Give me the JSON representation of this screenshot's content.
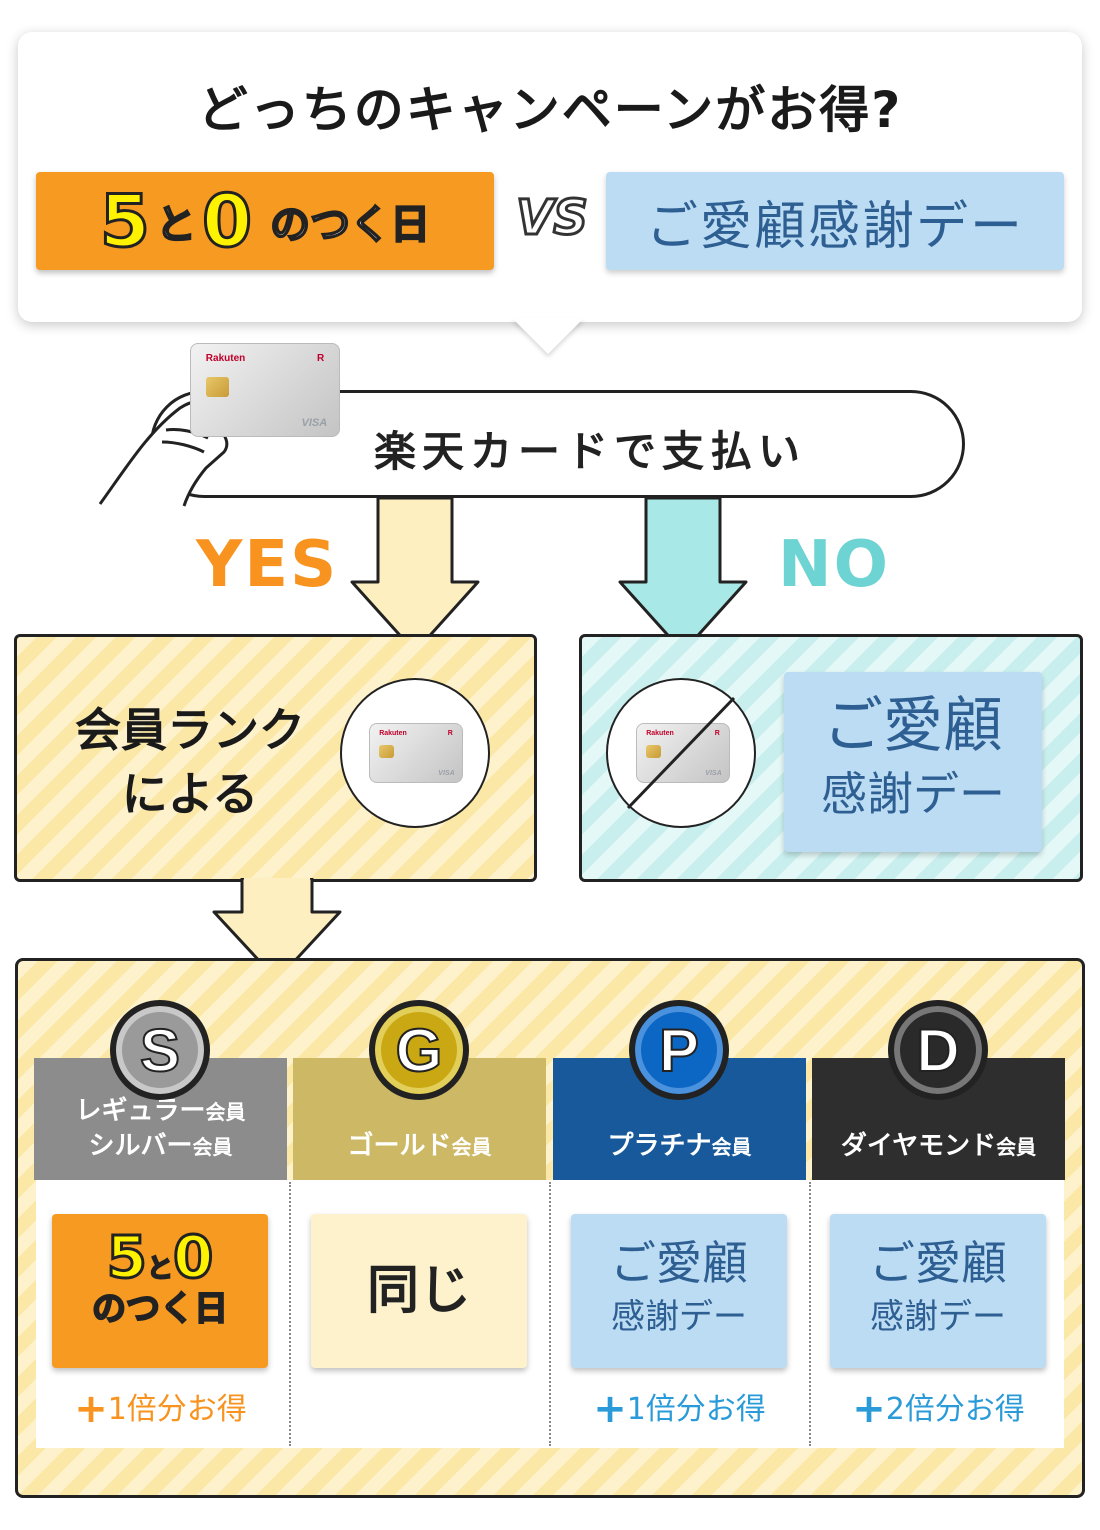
{
  "header": {
    "title": "どっちのキャンペーンがお得?",
    "option_a": {
      "num1": "5",
      "to": "と",
      "num2": "0",
      "tail": "のつく日"
    },
    "vs": "VS",
    "option_b": "ご愛顧感謝デー"
  },
  "question": "楽天カードで支払い",
  "branches": {
    "yes_label": "YES",
    "no_label": "NO",
    "yes_line1": "会員ランク",
    "yes_line2": "による",
    "no_line1": "ご愛顧",
    "no_line2": "感謝デー"
  },
  "card": {
    "brand": "Rakuten",
    "network": "VISA",
    "mark": "R"
  },
  "ranks": [
    {
      "badge": "S",
      "name_line1": "レギュラー",
      "member1": "会員",
      "name_line2": "シルバー",
      "member2": "会員",
      "result_type": "5-0",
      "num1": "5",
      "to": "と",
      "num2": "0",
      "tail": "のつく日",
      "plus": "+",
      "bonus": "1倍分お得"
    },
    {
      "badge": "G",
      "name_line1": "ゴールド",
      "member1": "会員",
      "result_type": "same",
      "result": "同じ"
    },
    {
      "badge": "P",
      "name_line1": "プラチナ",
      "member1": "会員",
      "result_type": "loyal",
      "line1": "ご愛顧",
      "line2": "感謝デー",
      "plus": "+",
      "bonus": "1倍分お得"
    },
    {
      "badge": "D",
      "name_line1": "ダイヤモンド",
      "member1": "会員",
      "result_type": "loyal",
      "line1": "ご愛顧",
      "line2": "感謝デー",
      "plus": "+",
      "bonus": "2倍分お得"
    }
  ],
  "colors": {
    "orange": "#f79a22",
    "yes": "#f7931e",
    "no": "#6dd3d3",
    "loyal_bg": "#bcdcf3",
    "loyal_text": "#2e5f92",
    "silver": "#8c8c8c",
    "gold": "#cdb866",
    "platinum": "#17599b",
    "diamond": "#2e2e2e",
    "bonus_orange": "#f7931e",
    "bonus_blue": "#2a9bd8"
  }
}
